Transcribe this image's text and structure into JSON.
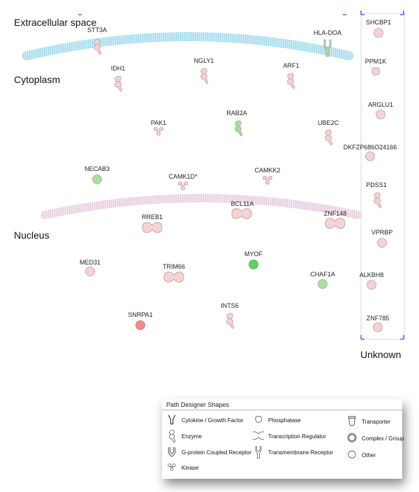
{
  "regions": {
    "extracellular": "Extracellular space",
    "cytoplasm": "Cytoplasm",
    "nucleus": "Nucleus",
    "unknown": "Unknown"
  },
  "nodes": [
    {
      "id": "stt3a",
      "label": "STT3A",
      "shape": "enzyme",
      "color": "#f6d3d3"
    },
    {
      "id": "hladoa",
      "label": "HLA-DOA",
      "shape": "transmembrane-receptor",
      "color": "#a8dba0"
    },
    {
      "id": "idh1",
      "label": "IDH1",
      "shape": "enzyme",
      "color": "#f6d3d3"
    },
    {
      "id": "ngly1",
      "label": "NGLY1",
      "shape": "enzyme",
      "color": "#f6d3d3"
    },
    {
      "id": "arf1",
      "label": "ARF1",
      "shape": "enzyme",
      "color": "#f6d3d3"
    },
    {
      "id": "pak1",
      "label": "PAK1",
      "shape": "kinase",
      "color": "#f6d3d3"
    },
    {
      "id": "rab2a",
      "label": "RAB2A",
      "shape": "enzyme",
      "color": "#a8dba0"
    },
    {
      "id": "ube2c",
      "label": "UBE2C",
      "shape": "enzyme",
      "color": "#f6d3d3"
    },
    {
      "id": "necab3",
      "label": "NECAB3",
      "shape": "other",
      "color": "#a8e0a0"
    },
    {
      "id": "camk1d",
      "label": "CAMK1D*",
      "shape": "kinase",
      "color": "#f6d3d3"
    },
    {
      "id": "camkk2",
      "label": "CAMKK2",
      "shape": "kinase",
      "color": "#f6d3d3"
    },
    {
      "id": "bcl11a",
      "label": "BCL11A",
      "shape": "transcription-regulator",
      "color": "#f6d3d3"
    },
    {
      "id": "rreb1",
      "label": "RREB1",
      "shape": "transcription-regulator",
      "color": "#f6d3d3"
    },
    {
      "id": "znf148",
      "label": "ZNF148",
      "shape": "transcription-regulator",
      "color": "#f6d3d3"
    },
    {
      "id": "med31",
      "label": "MED31",
      "shape": "other",
      "color": "#f6d3d3"
    },
    {
      "id": "trim66",
      "label": "TRIM66",
      "shape": "transcription-regulator",
      "color": "#f6d3d3"
    },
    {
      "id": "myof",
      "label": "MYOF",
      "shape": "other",
      "color": "#5fd15f"
    },
    {
      "id": "chaf1a",
      "label": "CHAF1A",
      "shape": "other",
      "color": "#a8e0a0"
    },
    {
      "id": "snrpa1",
      "label": "SNRPA1",
      "shape": "other",
      "color": "#f28b8b"
    },
    {
      "id": "ints6",
      "label": "INTS6",
      "shape": "enzyme",
      "color": "#f6d3d3"
    },
    {
      "id": "shcbp1",
      "label": "SHCBP1",
      "shape": "other",
      "color": "#f6d3d3"
    },
    {
      "id": "ppm1k",
      "label": "PPM1K",
      "shape": "phosphatase",
      "color": "#f6d3d3"
    },
    {
      "id": "arglu1",
      "label": "ARGLU1",
      "shape": "other",
      "color": "#f6d3d3"
    },
    {
      "id": "dkfzp",
      "label": "DKFZP686O24166",
      "shape": "other",
      "color": "#f6d3d3"
    },
    {
      "id": "pdss1",
      "label": "PDSS1",
      "shape": "enzyme",
      "color": "#f6d3d3"
    },
    {
      "id": "vprbp",
      "label": "VPRBP",
      "shape": "other",
      "color": "#f6d3d3"
    },
    {
      "id": "alkbh8",
      "label": "ALKBH8",
      "shape": "other",
      "color": "#f6d3d3"
    },
    {
      "id": "znf785",
      "label": "ZNF785",
      "shape": "other",
      "color": "#f6d3d3"
    }
  ],
  "legend": {
    "title": "Path Designer Shapes",
    "items": [
      {
        "id": "cytokine",
        "label": "Cytokine / Growth Factor",
        "shape": "cytokine"
      },
      {
        "id": "enzyme",
        "label": "Enzyme",
        "shape": "enzyme"
      },
      {
        "id": "gpcr",
        "label": "G-protein Coupled Receptor",
        "shape": "gpcr"
      },
      {
        "id": "kinase",
        "label": "Kinase",
        "shape": "kinase"
      },
      {
        "id": "phosphatase",
        "label": "Phosphatase",
        "shape": "phosphatase"
      },
      {
        "id": "transcription",
        "label": "Transcription Regulator",
        "shape": "transcription-regulator"
      },
      {
        "id": "transmembrane",
        "label": "Transmembrane Receptor",
        "shape": "transmembrane-receptor"
      },
      {
        "id": "transporter",
        "label": "Transporter",
        "shape": "transporter"
      },
      {
        "id": "complex",
        "label": "Complex / Group",
        "shape": "complex"
      },
      {
        "id": "other",
        "label": "Other",
        "shape": "other"
      }
    ]
  },
  "colors": {
    "membrane": "#bfe6f2",
    "nuclear_membrane": "#efdce9",
    "unknown_box_border": "#c9cfe8",
    "corner_marker": "#3a3adb"
  }
}
